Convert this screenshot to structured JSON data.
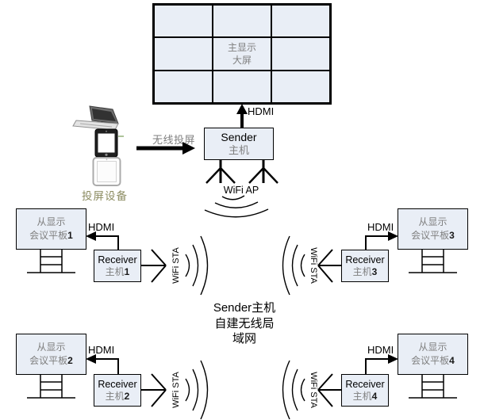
{
  "colors": {
    "node_fill": "#e9eef6",
    "node_border": "#000000",
    "muted_text": "#7f7f7f",
    "device_label_text": "#8b8b60",
    "line": "#000000"
  },
  "main_display": {
    "line1": "主显示",
    "line2": "大屏"
  },
  "sender": {
    "name": "Sender",
    "subtitle": "主机"
  },
  "labels": {
    "hdmi": "HDMI",
    "wifi_ap": "WiFi AP",
    "wifi_sta": "WiFi STA",
    "wireless_cast": "无线投屏",
    "cast_devices": "投屏设备"
  },
  "center_note": {
    "line1": "Sender主机",
    "line2": "自建无线局",
    "line3": "域网"
  },
  "receivers": [
    {
      "name": "Receiver",
      "subtitle": "主机",
      "num": "1"
    },
    {
      "name": "Receiver",
      "subtitle": "主机",
      "num": "2"
    },
    {
      "name": "Receiver",
      "subtitle": "主机",
      "num": "3"
    },
    {
      "name": "Receiver",
      "subtitle": "主机",
      "num": "4"
    }
  ],
  "displays": [
    {
      "line1": "从显示",
      "line2": "会议平板",
      "num": "1"
    },
    {
      "line1": "从显示",
      "line2": "会议平板",
      "num": "2"
    },
    {
      "line1": "从显示",
      "line2": "会议平板",
      "num": "3"
    },
    {
      "line1": "从显示",
      "line2": "会议平板",
      "num": "4"
    }
  ],
  "icons": {
    "laptop": "laptop-icon",
    "smartphone": "smartphone-icon",
    "tablet": "tablet-icon",
    "antenna": "antenna-icon",
    "wifi_waves": "wifi-waves-icon"
  }
}
